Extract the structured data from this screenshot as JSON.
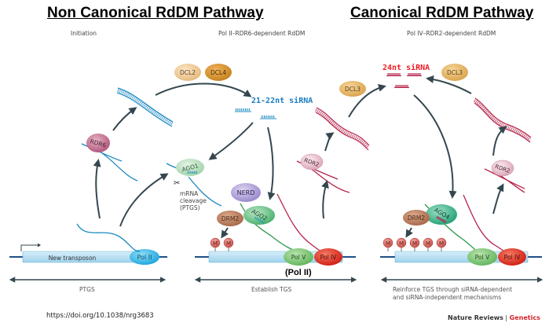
{
  "titles": {
    "non_canonical": "Non Canonical RdDM Pathway",
    "canonical": "Canonical RdDM Pathway"
  },
  "stages": {
    "initiation": "Initiation",
    "pol2_rdr6": "Pol II–RDR6-dependent RdDM",
    "pol4_rdr2": "Pol IV–RDR2-dependent RdDM"
  },
  "proteins": {
    "rdr6": "RDR6",
    "dcl2": "DCL2",
    "dcl4": "DCL4",
    "ago1": "AGO1",
    "nerd": "NERD",
    "ago2": "AGO2",
    "drm2_a": "DRM2",
    "rdr2_a": "RDR2",
    "dcl3_a": "DCL3",
    "dcl3_b": "DCL3",
    "rdr2_b": "RDR2",
    "ago4": "AGO4",
    "drm2_b": "DRM2",
    "pol2_a": "Pol II",
    "pol5_a": "Pol V",
    "pol4_a": "Pol IV",
    "pol5_b": "Pol V",
    "pol4_b": "Pol IV",
    "methyl": "M"
  },
  "labels": {
    "sirna_21_22": "21-22nt siRNA",
    "sirna_24": "24nt siRNA",
    "mrna_cleavage_1": "mRNA",
    "mrna_cleavage_2": "cleavage",
    "mrna_cleavage_3": "(PTGS)",
    "new_transposon": "New transposon",
    "pol2_note": "(Pol II)"
  },
  "captions": {
    "ptgs": "PTGS",
    "establish": "Establish TGS",
    "reinforce_1": "Reinforce TGS through siRNA-dependent",
    "reinforce_2": "and siRNA-independent mechanisms"
  },
  "footer": {
    "doi": "https://doi.org/10.1038/nrg3683",
    "credit_journal": "Nature Reviews",
    "credit_sep": " | ",
    "credit_section": "Genetics"
  },
  "colors": {
    "blue_rna": "#1b8ac0",
    "red_rna": "#b5234a",
    "arrow": "#34474f",
    "dna_bar": "#bfe3f5",
    "dna_line": "#1f4f8a",
    "pol2": "#3db8e8",
    "pol5": "#7cc478",
    "pol4": "#e53124",
    "sirna_blue": "#1a7cc1",
    "sirna_red": "#ee1c24"
  }
}
